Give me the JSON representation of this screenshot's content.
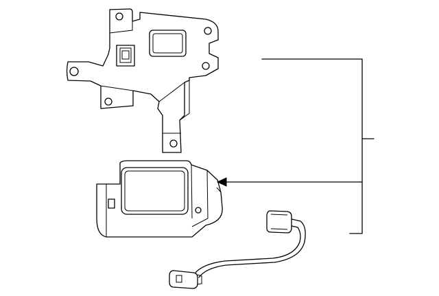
{
  "diagram": {
    "parts": [
      {
        "id": "mounting-bracket"
      },
      {
        "id": "control-module"
      },
      {
        "id": "wire-harness"
      }
    ],
    "callout": {
      "leader_style": "bracket",
      "arrow_target": "control-module"
    },
    "colors": {
      "line": "#000000",
      "background": "#ffffff"
    }
  }
}
